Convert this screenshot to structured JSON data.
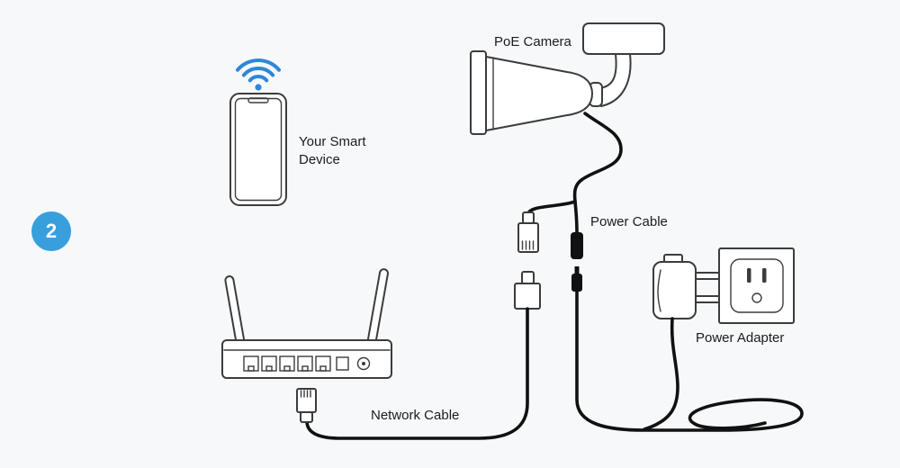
{
  "diagram": {
    "step_number": "2",
    "labels": {
      "smart_device": "Your Smart Device",
      "poe_camera": "PoE Camera",
      "power_cable": "Power Cable",
      "network_cable": "Network Cable",
      "power_adapter": "Power Adapter"
    },
    "colors": {
      "background": "#f7f8fa",
      "accent_blue": "#389fdd",
      "wifi_blue": "#2e86d9",
      "line": "#3c3c3c",
      "cable": "#111111",
      "text": "#1c1c1c"
    },
    "icons": [
      "step-badge",
      "wifi-icon",
      "smartphone-icon",
      "poe-camera-icon",
      "router-icon",
      "rj45-plug-icon",
      "rj45-coupler-icon",
      "router-rj45-plug-icon",
      "dc-connector-icon",
      "power-adapter-icon",
      "wall-outlet-icon",
      "network-cable-line",
      "power-cable-line",
      "coiled-cable-line"
    ]
  }
}
